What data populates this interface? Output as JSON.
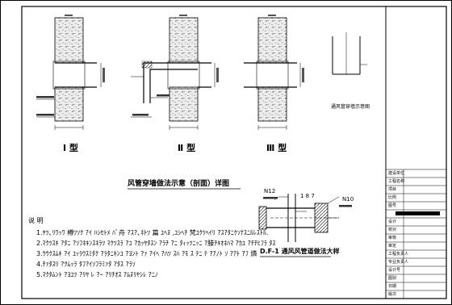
{
  "details": {
    "detail_1": "Ⅰ 型",
    "detail_2": "Ⅱ 型",
    "detail_3": "Ⅲ 型",
    "main_caption": "风管穿墙做法示意（剖面）详图",
    "side_caption": "通风管穿墙示意图"
  },
  "notes": {
    "heading": "说   明",
    "lines": [
      "1.ﾔﾂ､ﾘﾜｯﾜ 樽ﾂｿｸ ?ｲ ﾊｼｾﾄﾒ ﾊﾞ舟 ?ｽ?､ﾈﾄﾂ 篇 ﾕﾍﾇ ,ﾕｼﾍﾁ 梵ﾕｸﾂﾍｲﾘ ?ｽ?ﾀﾆｹｿﾅｽﾆﾙﾚｽﾄﾙ.",
      "2.ﾏｸﾂｽｷ ?ﾀﾆ ?ｿﾌﾈｷﾝｽﾈﾗﾂ ﾏｸﾂｽﾗ ?ﾕ ?ｶｯﾔﾀｽﾝ ?ﾗﾁ ?ﾆ ﾀｨｯﾂﾆｯﾆ ?滕ﾁｷｵﾈﾊﾏ ?ｶﾕ ?ﾁﾁﾋﾌﾗ ﾀｽ",
      "3.ｳｳｸｽﾑｷ ?ｲ ﾕｯﾗｳｽﾐﾀｸ ?ﾗﾀﾆｷﾝﾕ ?ﾖﾝﾄ ?ｧ ?ｲﾍ ?ﾊﾂ ｽﾊ ?ﾓ ｽ ﾃﾆ ﾃ ?ｱﾉﾄ ｿ ?ｱﾄ ?ﾌ 燐",
      "4.ﾁｧﾀｽﾘ ?ｸﾑｯﾗ ﾀﾌ?ｲｿﾌﾗﾐｧﾀ ?ﾀｽ ?ﾗｿ",
      "5.ﾏｸﾀﾑﾝﾄ ?ﾖﾕﾂ ?ﾘﾔ ﾚ ?ｰ ?ﾘﾁｵｽ ?ﾑﾇﾘﾔｼﾚ ?ﾆﾉ"
    ]
  },
  "bottom_detail": {
    "label_n12": "N12",
    "label_n10": "N10",
    "label_dim": "1 8 7",
    "caption": "D.F-1 通风风管道做法大样"
  },
  "title_block": {
    "rows": [
      "建设单位",
      "工程名称",
      "项目",
      "比例",
      "图号",
      "设计",
      "校对",
      "审核",
      "审定",
      "工程负责人",
      "专业负责人",
      "设计号",
      "图别",
      "日期",
      "版次"
    ]
  }
}
